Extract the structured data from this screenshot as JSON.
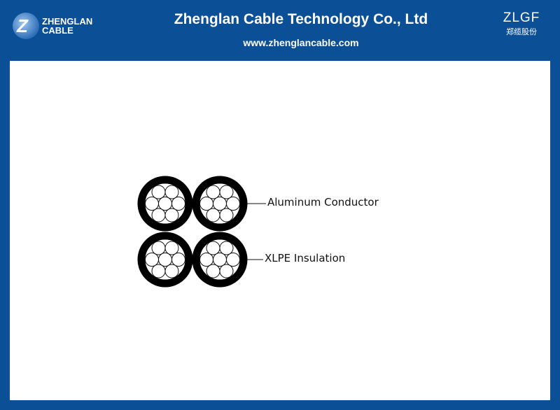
{
  "header": {
    "logo_text_line1": "ZHENGLAN",
    "logo_text_line2": "CABLE",
    "title": "Zhenglan Cable Technology Co., Ltd",
    "url": "www.zhenglancable.com",
    "brand_latin": "ZLGF",
    "brand_chinese": "郑缆股份"
  },
  "diagram": {
    "labels": [
      "Aluminum Conductor",
      "XLPE Insulation"
    ],
    "cores": 4,
    "strands_per_core": 7
  },
  "colors": {
    "brand_blue": "#0b4f97",
    "insulation": "#000000"
  }
}
